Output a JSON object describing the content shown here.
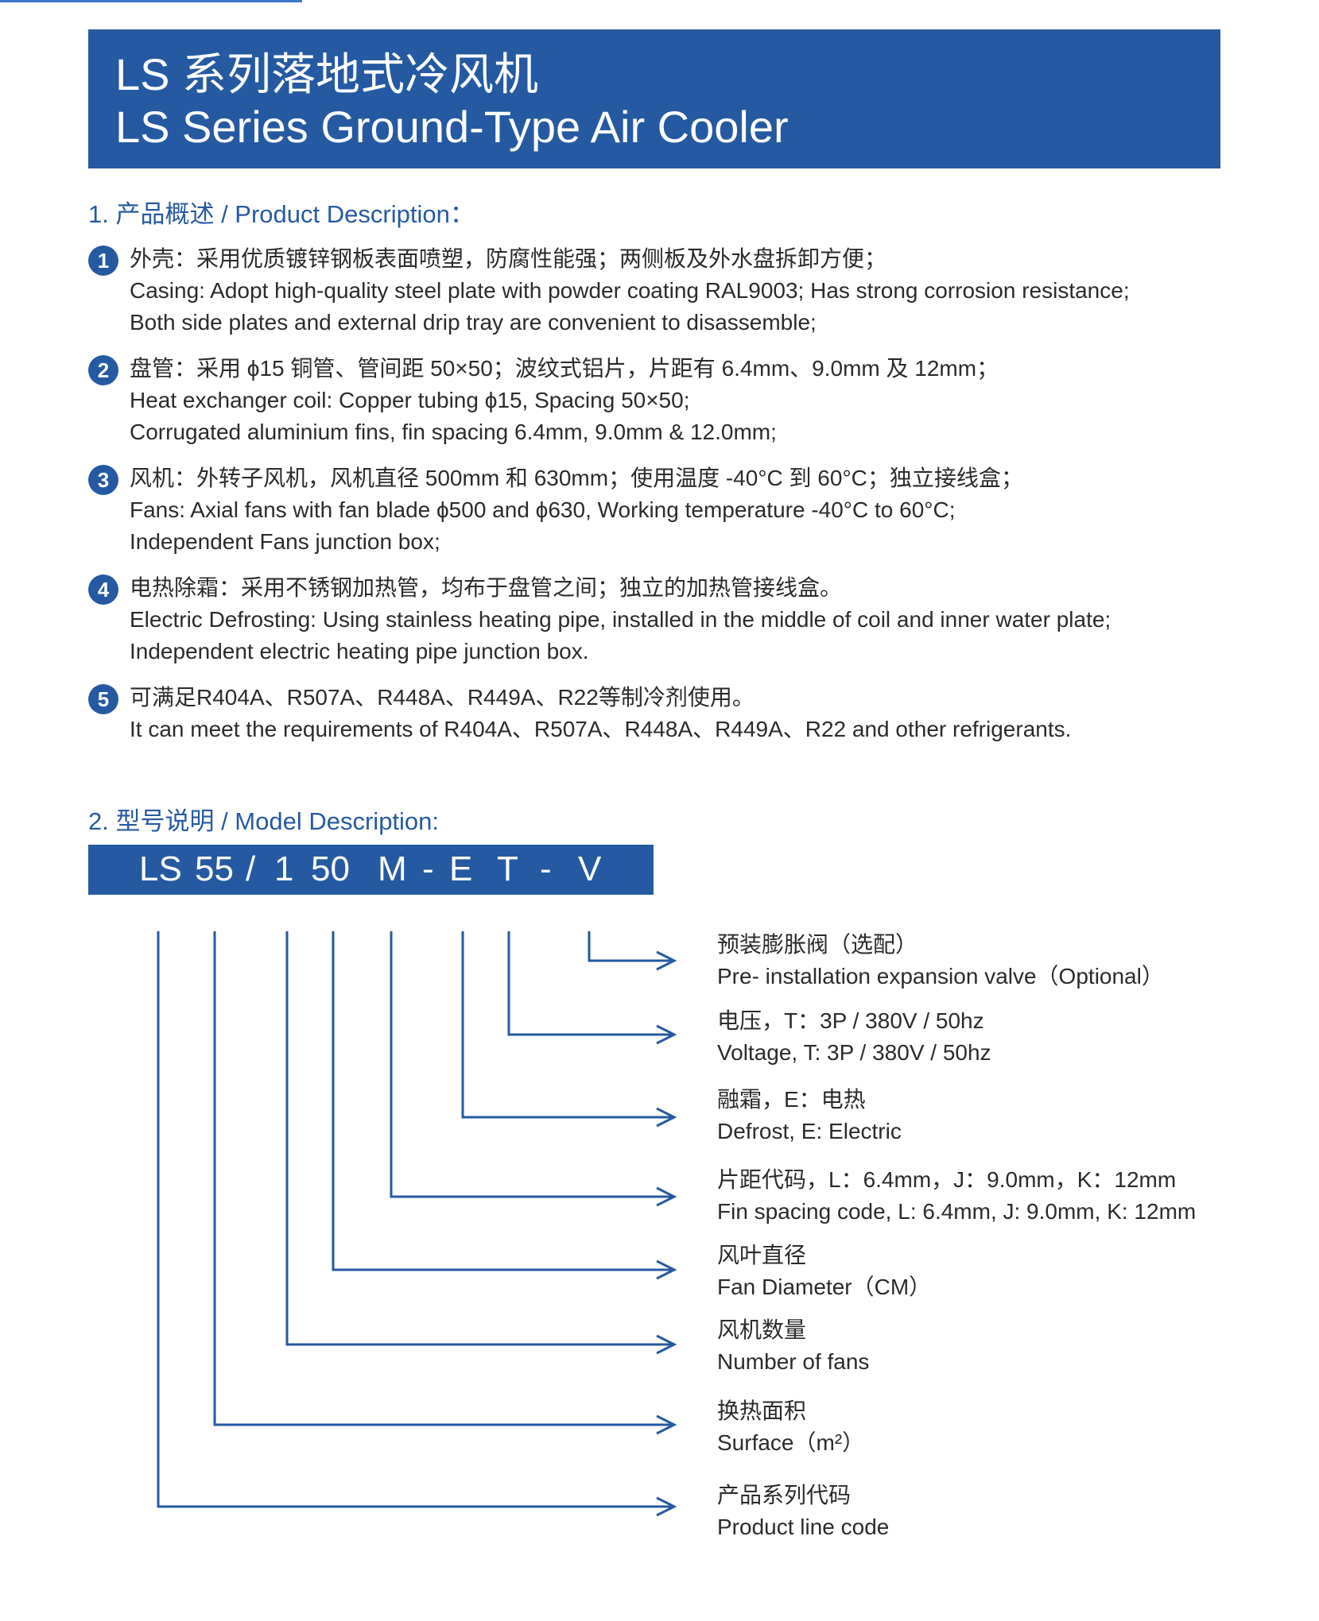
{
  "title": {
    "cn": "LS 系列落地式冷风机",
    "en": "LS Series Ground-Type Air Cooler"
  },
  "section1": {
    "heading": "1. 产品概述 / Product Description：",
    "items": [
      {
        "num": "1",
        "lines": [
          "外壳：采用优质镀锌钢板表面喷塑，防腐性能强；两侧板及外水盘拆卸方便；",
          "Casing: Adopt high-quality steel plate with powder coating RAL9003; Has strong corrosion resistance;",
          "Both side plates and external drip tray are convenient to disassemble;"
        ]
      },
      {
        "num": "2",
        "lines": [
          "盘管：采用 ϕ15 铜管、管间距 50×50；波纹式铝片，片距有 6.4mm、9.0mm 及 12mm；",
          "Heat exchanger coil: Copper tubing ϕ15, Spacing 50×50;",
          "Corrugated aluminium fins, fin spacing 6.4mm, 9.0mm & 12.0mm;"
        ]
      },
      {
        "num": "3",
        "lines": [
          "风机：外转子风机，风机直径 500mm 和 630mm；使用温度 -40°C 到 60°C；独立接线盒；",
          "Fans: Axial fans with fan blade ϕ500 and ϕ630, Working temperature -40°C to 60°C;",
          "Independent Fans junction box;"
        ]
      },
      {
        "num": "4",
        "lines": [
          "电热除霜：采用不锈钢加热管，均布于盘管之间；独立的加热管接线盒。",
          "Electric Defrosting: Using stainless heating pipe, installed in the middle of coil and inner water plate;",
          "Independent electric heating pipe junction box."
        ]
      },
      {
        "num": "5",
        "lines": [
          "可满足R404A、R507A、R448A、R449A、R22等制冷剂使用。",
          "It can meet the requirements of R404A、R507A、R448A、R449A、R22 and other refrigerants."
        ]
      }
    ]
  },
  "section2": {
    "heading": "2. 型号说明 / Model Description:",
    "code_parts": [
      "LS",
      "55",
      "/",
      "1",
      "50",
      "M",
      "-",
      "E",
      "T",
      "-",
      "V"
    ],
    "labels": [
      {
        "cn": "预装膨胀阀（选配）",
        "en": "Pre- installation expansion valve（Optional）"
      },
      {
        "cn": "电压，T：3P / 380V / 50hz",
        "en": "Voltage, T: 3P / 380V / 50hz"
      },
      {
        "cn": "融霜，E：电热",
        "en": "Defrost, E: Electric"
      },
      {
        "cn": "片距代码，L：6.4mm，J：9.0mm，K：12mm",
        "en": "Fin spacing code, L: 6.4mm, J: 9.0mm, K: 12mm"
      },
      {
        "cn": "风叶直径",
        "en": "Fan Diameter（CM）"
      },
      {
        "cn": "风机数量",
        "en": "Number of fans"
      },
      {
        "cn": "换热面积",
        "en": "Surface（m²）"
      },
      {
        "cn": "产品系列代码",
        "en": "Product line code"
      }
    ]
  },
  "colors": {
    "brand_blue": "#255aa2",
    "text": "#2b2b2b",
    "background": "#ffffff"
  }
}
